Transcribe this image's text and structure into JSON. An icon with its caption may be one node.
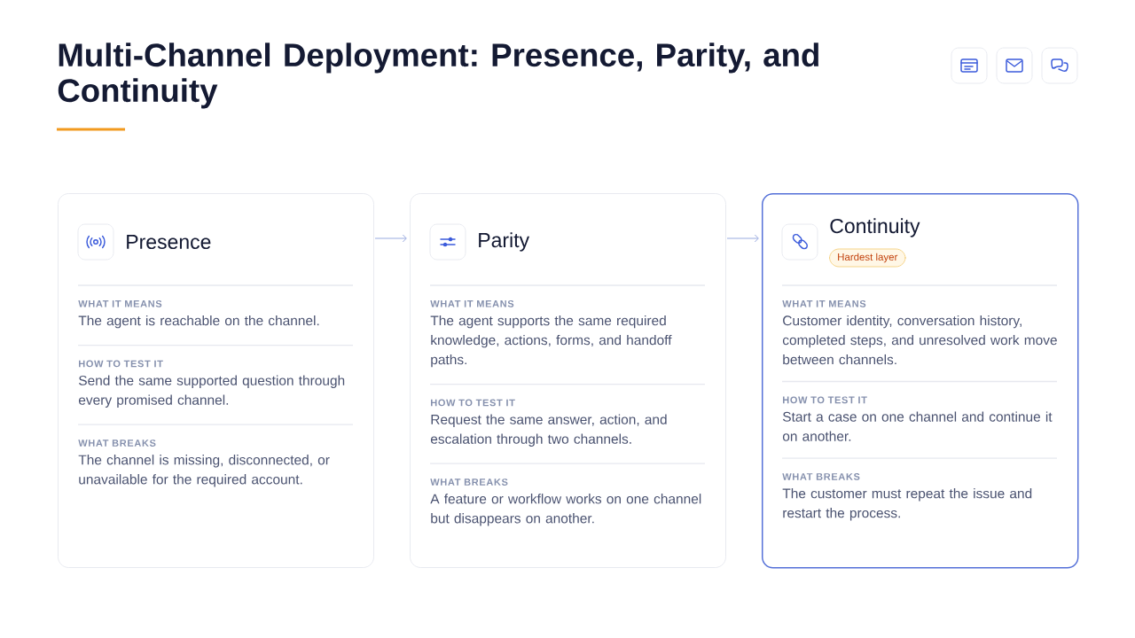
{
  "diagram": {
    "title": "Multi-Channel Deployment: Presence, Parity, and Continuity",
    "nodes": [
      {
        "text": [
          "Presence",
          "WHAT IT MEANS",
          "The agent is reachable on the channel.",
          "HOW TO TEST IT",
          "Send the same supported question through every promised channel.",
          "WHAT BREAKS",
          "The channel is missing, disconnected, or unavailable for the required account."
        ]
      },
      {
        "text": [
          "Parity",
          "WHAT IT MEANS",
          "The agent supports the same required knowledge, actions, forms, and handoff paths.",
          "HOW TO TEST IT",
          "Request the same answer, action, and escalation through two channels.",
          "WHAT BREAKS",
          "A feature or workflow works on one channel but disappears on another."
        ]
      },
      {
        "text": [
          "Continuity",
          "WHAT IT MEANS",
          "Customer identity, conversation history, completed steps, and unresolved work move between channels.",
          "HOW TO TEST IT",
          "Start a case on one channel and continue it on another.",
          "WHAT BREAKS",
          "The customer must repeat the issue and restart the process."
        ]
      },
      {
        "text": [
          "Hardest layer"
        ],
        "in": 2
      }
    ],
    "edges": [
      {
        "from": 0,
        "to": 1,
        "arrow": "to"
      },
      {
        "from": 1,
        "to": 2,
        "arrow": "to"
      }
    ]
  }
}
